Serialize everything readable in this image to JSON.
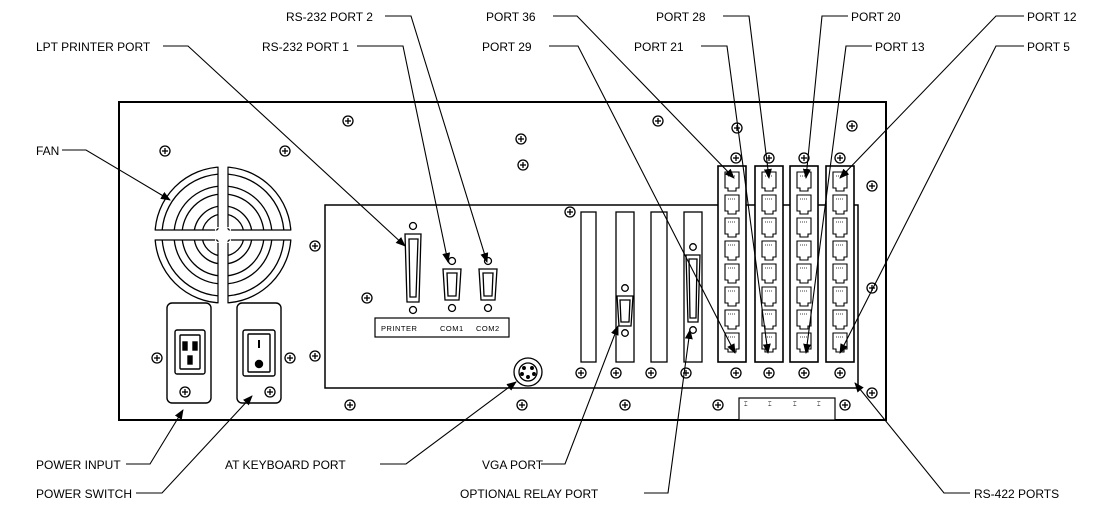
{
  "labels": {
    "rs232_port_2": "RS-232 PORT 2",
    "lpt_printer_port": "LPT PRINTER PORT",
    "rs232_port_1": "RS-232 PORT 1",
    "port_36": "PORT 36",
    "port_29": "PORT 29",
    "port_28": "PORT 28",
    "port_21": "PORT 21",
    "port_20": "PORT 20",
    "port_13": "PORT 13",
    "port_12": "PORT 12",
    "port_5": "PORT 5",
    "fan": "FAN",
    "power_input": "POWER INPUT",
    "power_switch": "POWER SWITCH",
    "at_keyboard_port": "AT KEYBOARD PORT",
    "vga_port": "VGA PORT",
    "optional_relay_port": "OPTIONAL RELAY PORT",
    "rs422_ports": "RS-422 PORTS"
  },
  "panel_text": {
    "printer": "PRINTER",
    "com1": "COM1",
    "com2": "COM2"
  }
}
